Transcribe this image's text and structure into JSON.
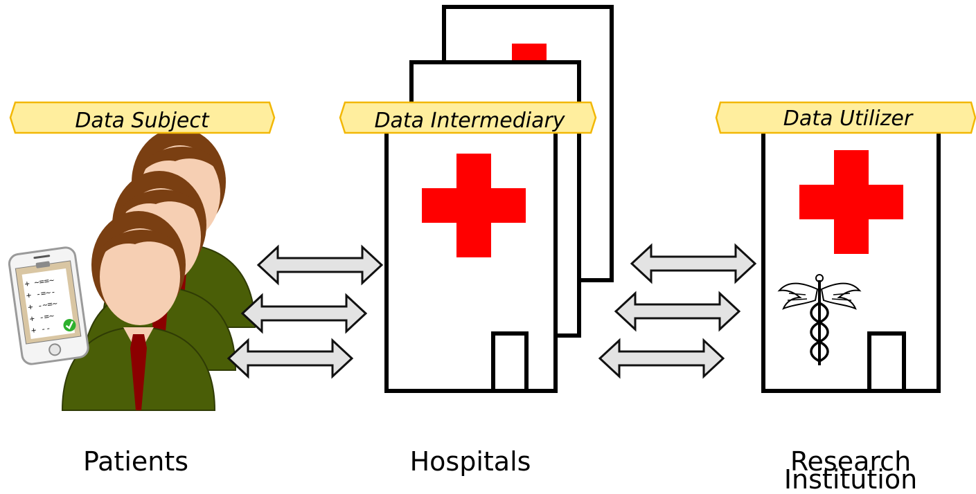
{
  "roles": {
    "subject": "Data Subject",
    "intermediary": "Data Intermediary",
    "utilizer": "Data Utilizer"
  },
  "entities": {
    "patients": "Patients",
    "hospitals": "Hospitals",
    "research_line1": "Research",
    "research_line2": "Institution"
  },
  "phone_checklist": {
    "marks": [
      "+",
      "+",
      "+",
      "+",
      "+"
    ],
    "lines": [
      "~==~",
      "-=~-",
      "-~=~",
      "-=~",
      "--"
    ]
  },
  "colors": {
    "label_fill": "#FFEE9E",
    "label_stroke": "#F2B705",
    "cross_red": "#FF0000",
    "face": "#F6CFB3",
    "hair": "#7A3F12",
    "suit": "#4A5E07",
    "tie": "#8B0000",
    "arrow_fill": "#E3E3E3"
  },
  "icons": {
    "patients": "patients-group-icon",
    "phone": "smartphone-checklist-icon",
    "hospital": "hospital-building-icon",
    "caduceus": "caduceus-icon"
  }
}
